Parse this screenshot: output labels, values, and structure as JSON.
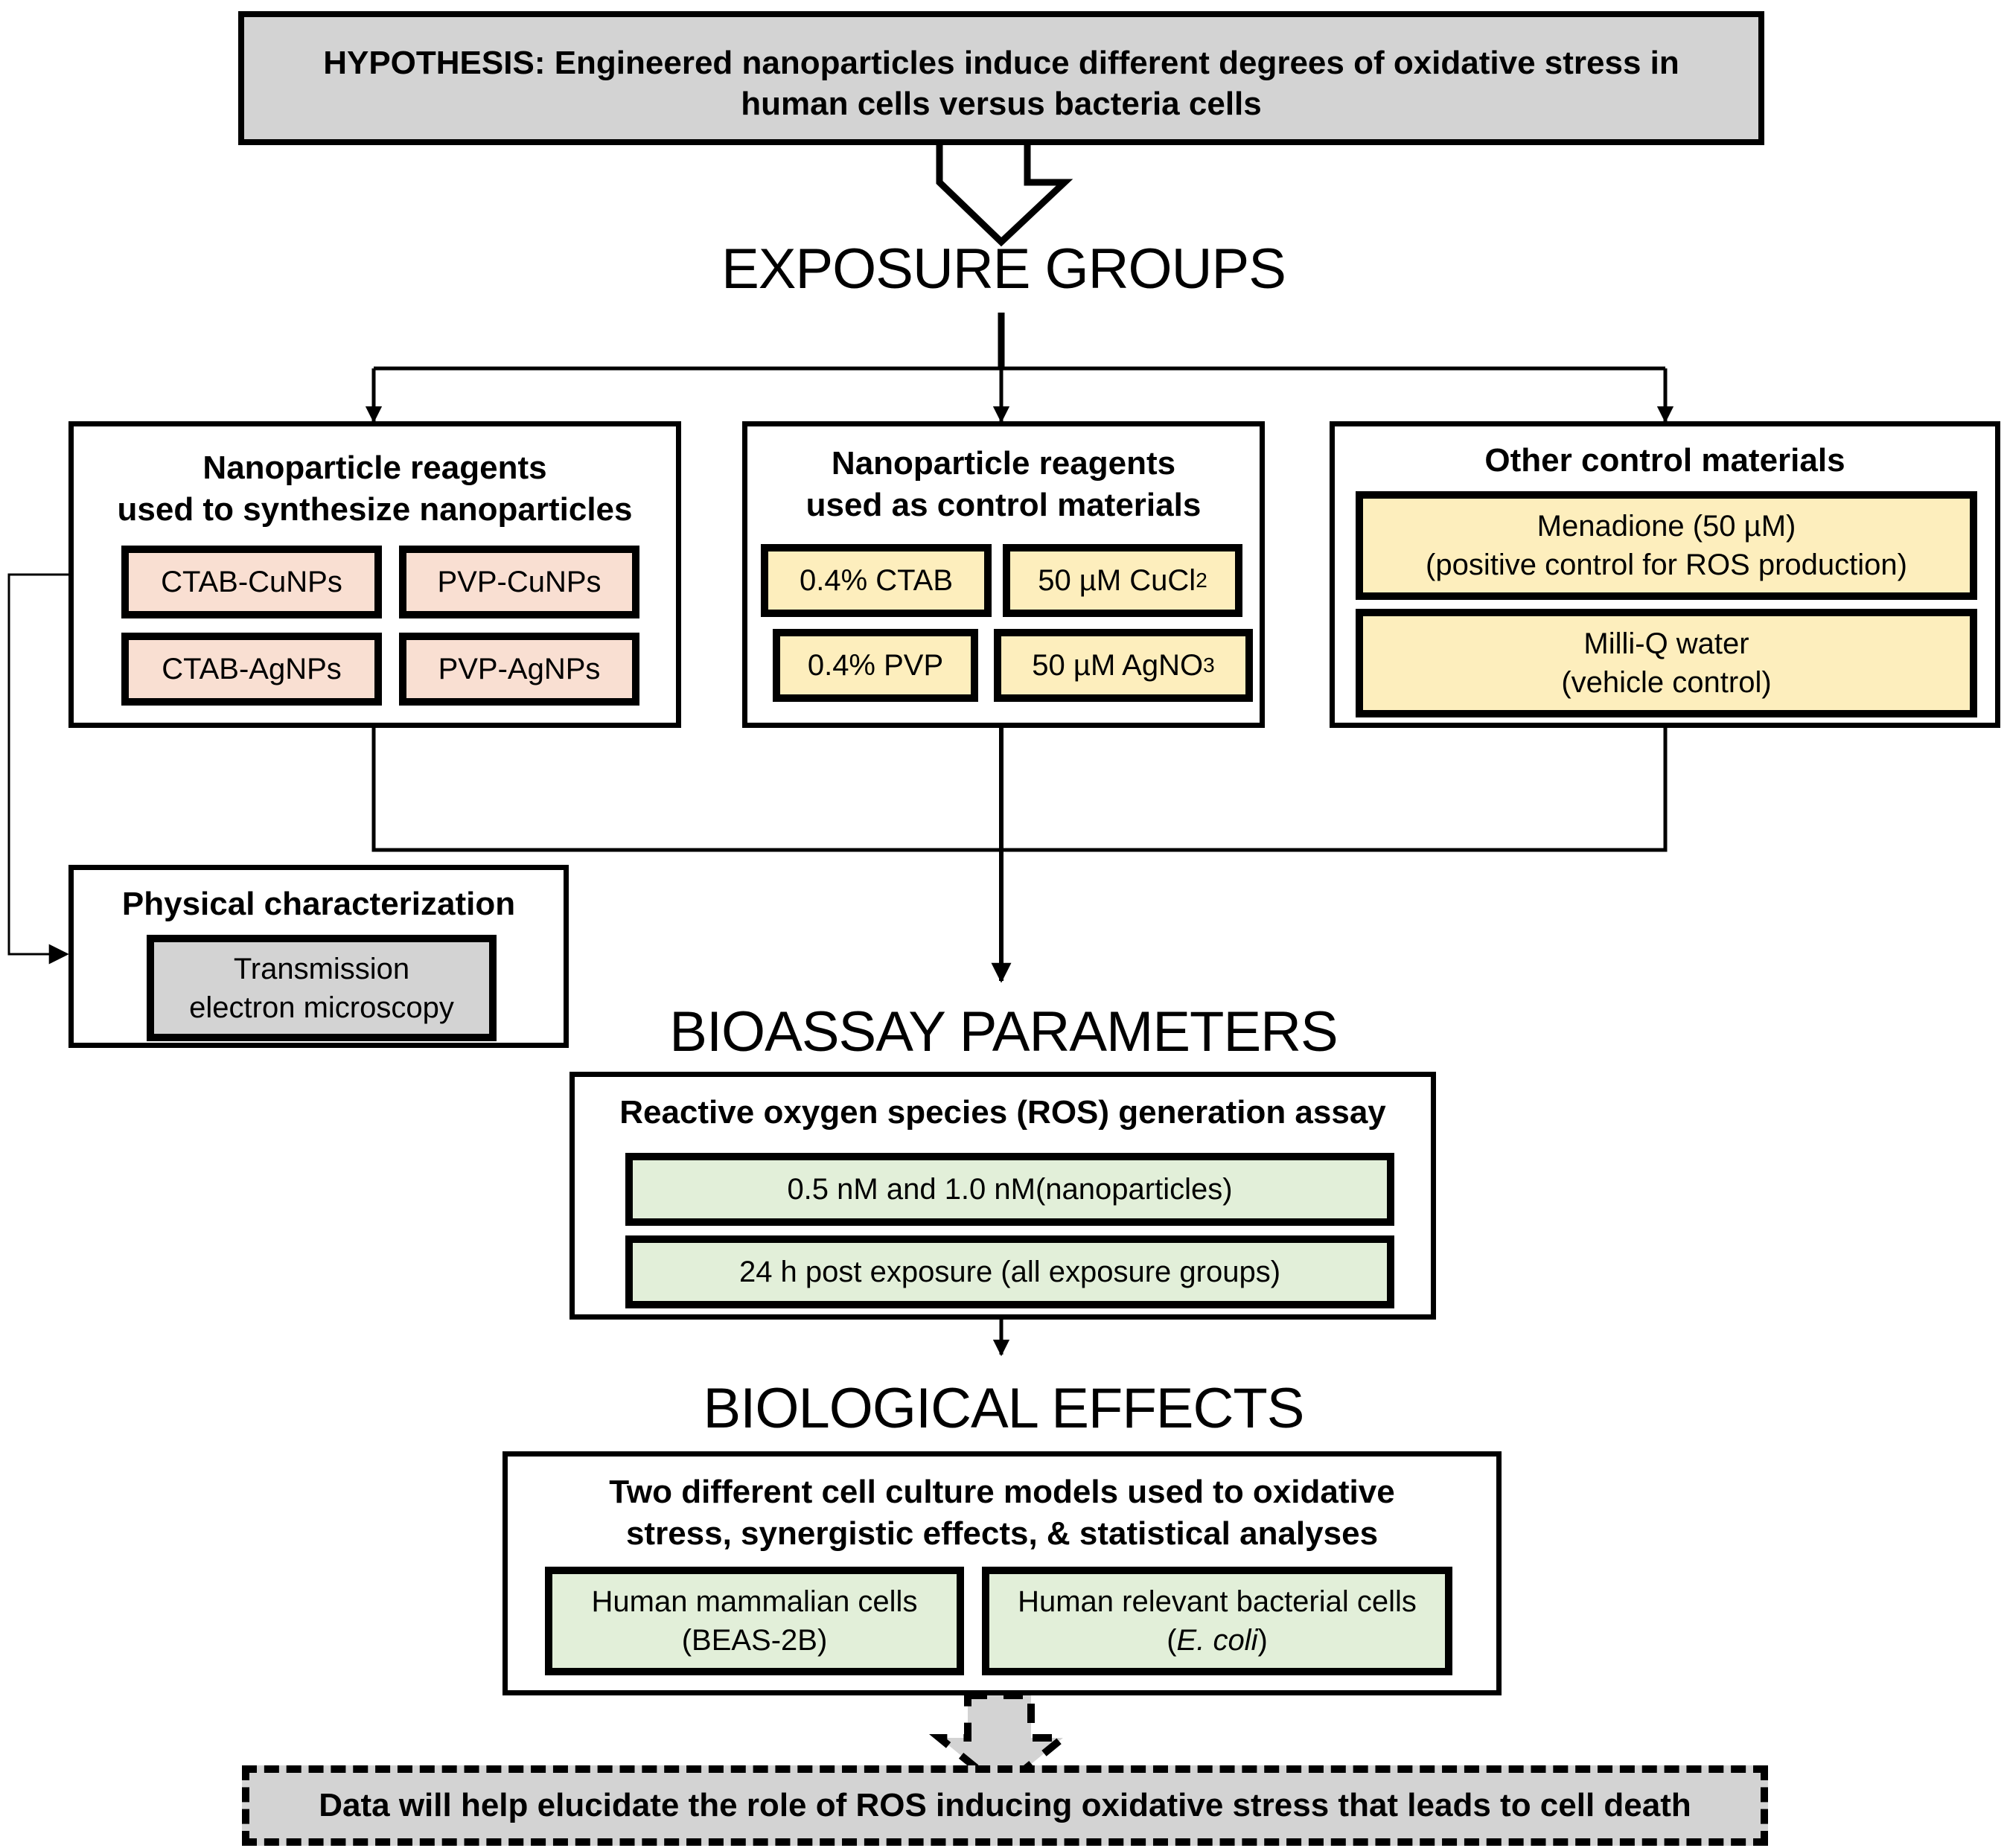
{
  "hypothesis": {
    "line1": "HYPOTHESIS: Engineered nanoparticles induce different degrees of oxidative stress in",
    "line2": "human cells versus bacteria cells"
  },
  "sections": {
    "exposure": "EXPOSURE GROUPS",
    "bioassay": "BIOASSAY PARAMETERS",
    "effects": "BIOLOGICAL EFFECTS"
  },
  "synth_box": {
    "title_line1": "Nanoparticle reagents",
    "title_line2": "used to synthesize nanoparticles",
    "items": [
      "CTAB-CuNPs",
      "PVP-CuNPs",
      "CTAB-AgNPs",
      "PVP-AgNPs"
    ]
  },
  "control_box": {
    "title_line1": "Nanoparticle reagents",
    "title_line2": "used as control materials",
    "items": [
      {
        "text": "0.4% CTAB",
        "sub": ""
      },
      {
        "text": "50 µM CuCl",
        "sub": "2"
      },
      {
        "text": "0.4% PVP",
        "sub": ""
      },
      {
        "text": "50 µM AgNO",
        "sub": "3"
      }
    ]
  },
  "other_box": {
    "title": "Other control materials",
    "items": [
      {
        "line1": "Menadione (50 µM)",
        "line2": "(positive control for ROS production)"
      },
      {
        "line1": "Milli-Q water",
        "line2": "(vehicle control)"
      }
    ]
  },
  "physical_box": {
    "title": "Physical characterization",
    "item_line1": "Transmission",
    "item_line2": "electron microscopy"
  },
  "ros_box": {
    "title": "Reactive oxygen species (ROS) generation assay",
    "items": [
      "0.5 nM and 1.0 nM(nanoparticles)",
      "24 h post exposure (all exposure groups)"
    ]
  },
  "effects_box": {
    "title_line1": "Two different cell culture models used to oxidative",
    "title_line2": "stress, synergistic effects, & statistical analyses",
    "items": [
      {
        "line1": "Human mammalian cells",
        "line2": "(BEAS-2B)"
      },
      {
        "line1": "Human relevant bacterial cells",
        "line2": "E. coli"
      }
    ]
  },
  "conclusion": "Data will help elucidate the role of ROS inducing oxidative stress that leads to cell death",
  "colors": {
    "pink_fill": "#f9dfd2",
    "cream_fill": "#fdeebd",
    "green_fill": "#e2efd9",
    "gray_fill": "#d3d3d3"
  }
}
